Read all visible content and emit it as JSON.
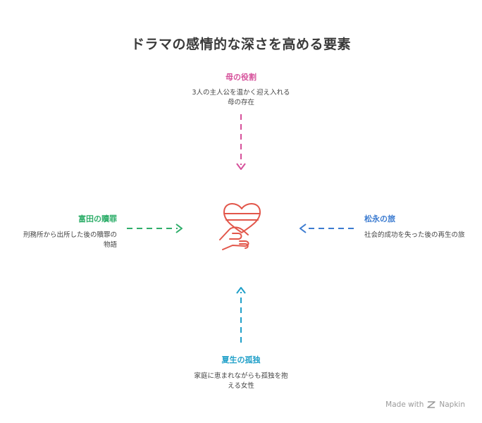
{
  "title": "ドラマの感情的な深さを高める要素",
  "nodes": {
    "top": {
      "label": "母の役割",
      "desc": "3人の主人公を温かく迎え入れる母の存在",
      "color": "#d6519b"
    },
    "left": {
      "label": "富田の贖罪",
      "desc": "刑務所から出所した後の贖罪の物語",
      "color": "#2eae6a"
    },
    "right": {
      "label": "松永の旅",
      "desc": "社会的成功を失った後の再生の旅",
      "color": "#3b7bd0"
    },
    "bottom": {
      "label": "夏生の孤独",
      "desc": "家庭に恵まれながらも孤独を抱える女性",
      "color": "#1f9fc8"
    }
  },
  "center_icon": {
    "name": "heart-in-hand-icon",
    "color": "#e2564a"
  },
  "footer": {
    "made_with": "Made with",
    "brand": "Napkin"
  }
}
